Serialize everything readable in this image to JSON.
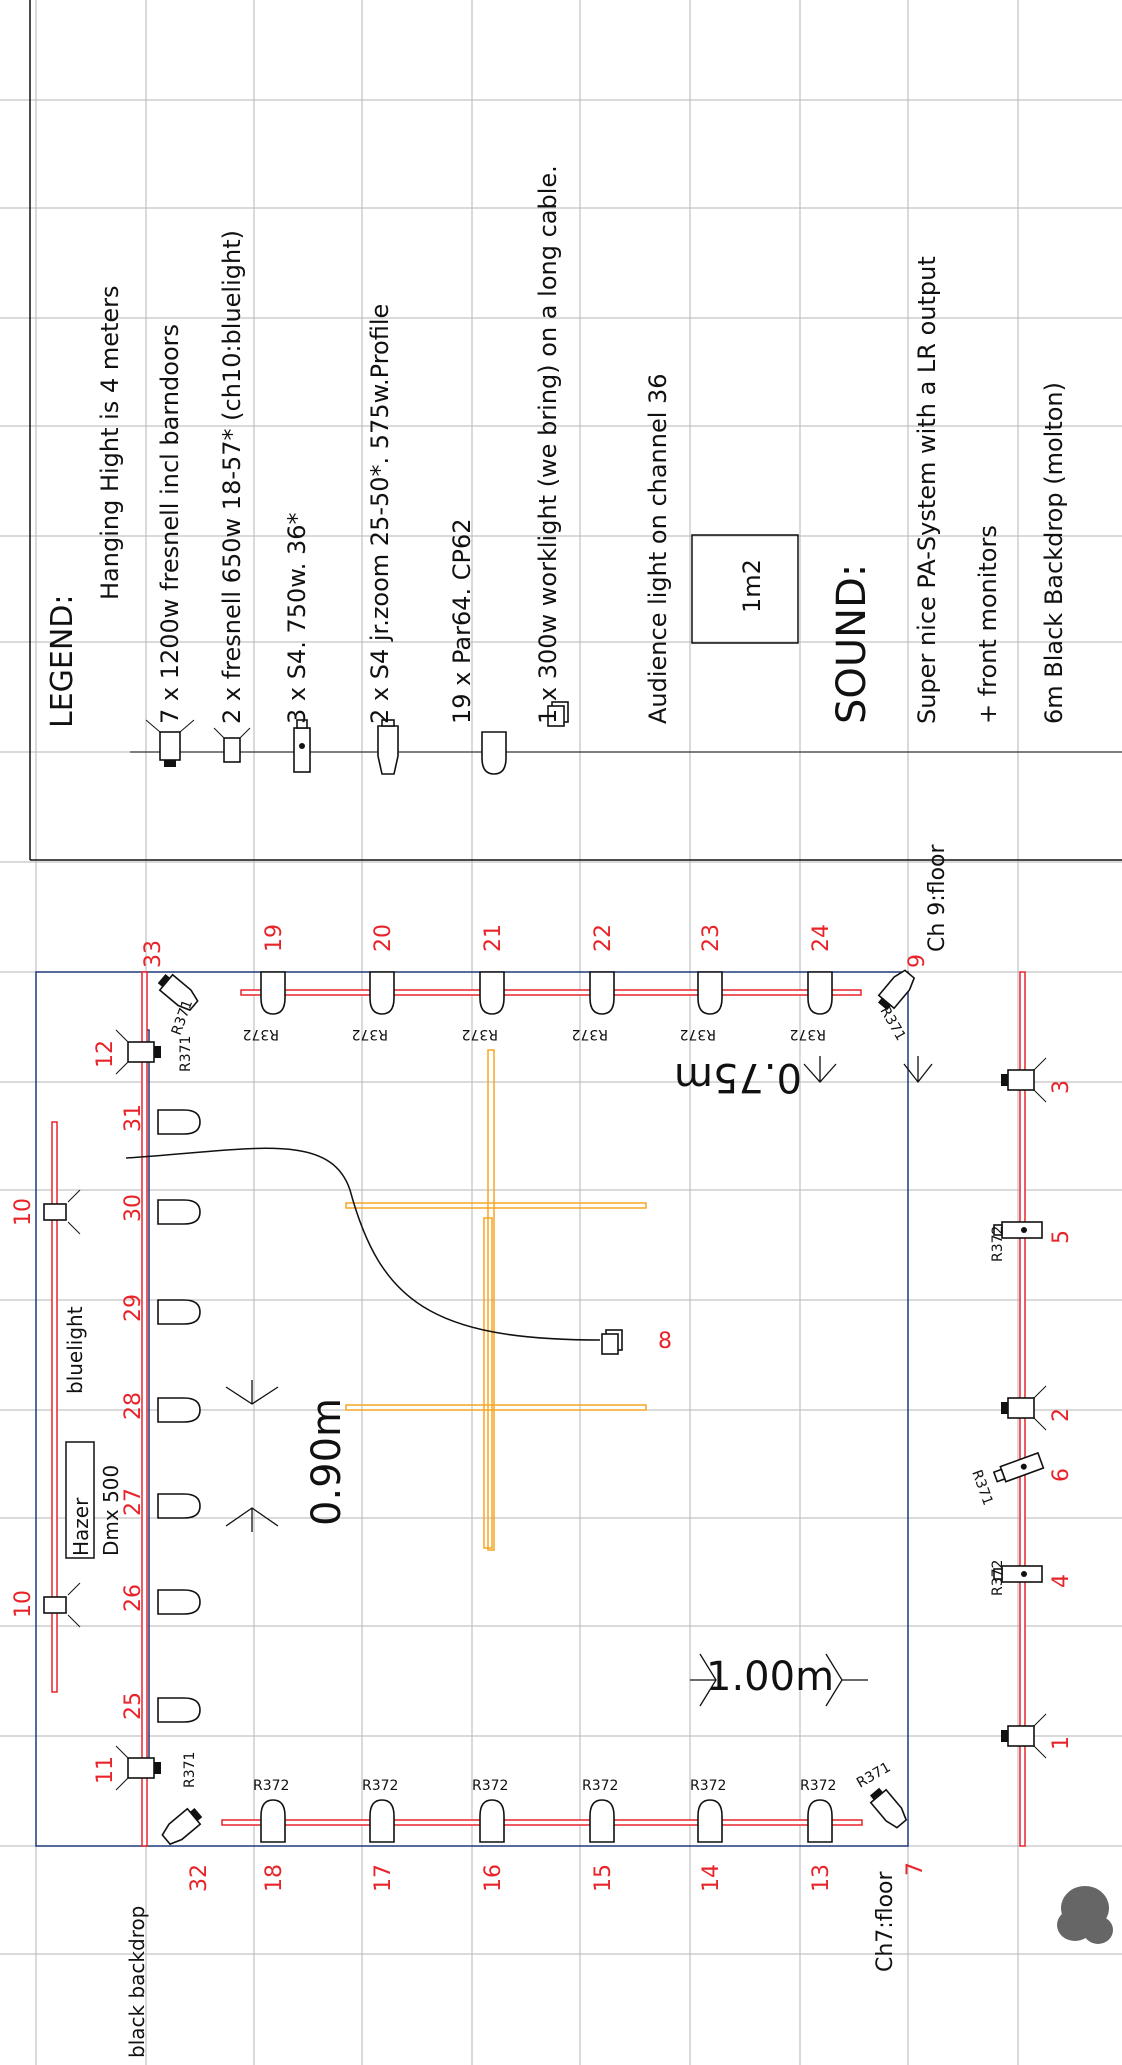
{
  "legend": {
    "title": "LEGEND:",
    "lines": [
      "Hanging Hight is 4 meters",
      "7 x 1200w fresnell incl barndoors",
      "2 x  fresnell 650w 18-57* (ch10:bluelight)",
      "3 x S4. 750w. 36*",
      "2 x S4 jr.zoom 25-50*. 575w.Profile",
      "19 x Par64. CP62",
      "1 x 300w worklight (we bring) on a long cable.",
      "Audience light on channel 36",
      "1m2",
      "SOUND:",
      "Super nice PA-System with a LR output",
      "+ front monitors",
      "6m Black Backdrop (molton)"
    ]
  },
  "labels": {
    "ch9_floor": "Ch 9:floor",
    "ch7_floor": "Ch7:floor",
    "black_backdrop": "black backdrop",
    "bluelight": "bluelight",
    "hazer": "Hazer",
    "dmx": "Dmx 500",
    "dim_090": "0.90m",
    "dim_100": "1.00m",
    "dim_075": "0.75m"
  },
  "channels": {
    "top_row": [
      "19",
      "20",
      "21",
      "22",
      "23",
      "24"
    ],
    "bottom_row": [
      "18",
      "17",
      "16",
      "15",
      "14",
      "13"
    ],
    "back_row": [
      "31",
      "30",
      "29",
      "28",
      "27",
      "26",
      "25"
    ],
    "corner_33": "33",
    "corner_12": "12",
    "corner_11": "11",
    "corner_32": "32",
    "corner_9": "9",
    "corner_7": "7",
    "blue_10a": "10",
    "blue_10b": "10",
    "work_8": "8",
    "front": [
      "3",
      "5",
      "2",
      "6",
      "4",
      "1"
    ]
  },
  "gels": {
    "r372": "R372",
    "r371": "R371"
  },
  "colors": {
    "channel_red": "#e8242a",
    "structure_orange": "#f5a623",
    "stage_blue": "#1f3a7a",
    "grid": "#b5b5b5"
  }
}
